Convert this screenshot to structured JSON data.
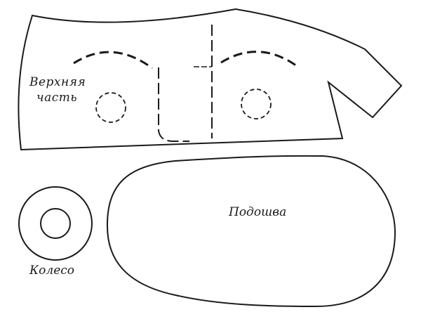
{
  "figure": {
    "type": "sewing-pattern",
    "pieces": [
      {
        "id": "upper",
        "label_line1": "Верхняя",
        "label_line2": "часть",
        "markings": [
          "dashed-arc-left",
          "dashed-arc-right",
          "dashed-circle-left",
          "dashed-circle-right",
          "dashed-fold-line",
          "dashed-seam-L"
        ]
      },
      {
        "id": "sole",
        "label": "Подошва"
      },
      {
        "id": "wheel",
        "label": "Колесо"
      }
    ],
    "colors": {
      "line": "#1a1a1a",
      "background": "#ffffff"
    }
  }
}
